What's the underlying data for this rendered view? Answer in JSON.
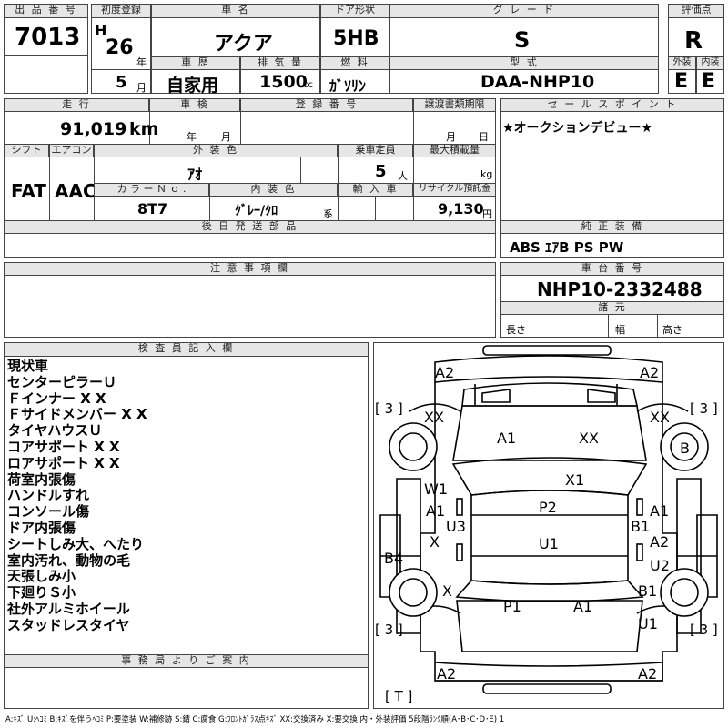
{
  "header": {
    "lot_no_label": "出 品 番 号",
    "lot_no": "7013",
    "first_reg_label": "初度登録",
    "era": "H",
    "year": "26",
    "year_unit": "年",
    "month": "5",
    "month_unit": "月",
    "car_name_label": "車 名",
    "car_name": "アクア",
    "door_label": "ドア形状",
    "door": "5HB",
    "grade_label": "グ レ ー ド",
    "grade": "S",
    "score_label": "評価点",
    "score": "R",
    "history_label": "車 歴",
    "history": "自家用",
    "displacement_label": "排 気 量",
    "displacement": "1500",
    "displacement_unit": "cc",
    "fuel_label": "燃 料",
    "fuel": "ｶﾞｿﾘﾝ",
    "model_label": "型 式",
    "model": "DAA-NHP10",
    "exterior_label": "外装",
    "exterior": "E",
    "interior_label": "内装",
    "interior": "E"
  },
  "details": {
    "mileage_label": "走 行",
    "mileage": "91,019",
    "mileage_unit": "km",
    "inspection_label": "車 検",
    "inspection_year_unit": "年",
    "inspection_month_unit": "月",
    "reg_no_label": "登 録 番 号",
    "transfer_label": "譲渡書類期限",
    "transfer_month_unit": "月",
    "transfer_day_unit": "日",
    "shift_label": "シフト",
    "shift": "FAT",
    "ac_label": "エアコン",
    "ac": "AAC",
    "ext_color_label": "外 装 色",
    "ext_color": "ｱｵ",
    "capacity_label": "乗車定員",
    "capacity": "5",
    "capacity_unit": "人",
    "max_load_label": "最大積載量",
    "max_load_unit": "kg",
    "color_no_label": "カ ラ ー Ｎ ｏ .",
    "color_no": "8T7",
    "int_color_label": "内 装 色",
    "int_color": "ｸﾞﾚｰ/ｸﾛ",
    "int_color_unit": "系",
    "import_label": "輸 入 車",
    "recycle_label": "リサイクル預託金",
    "recycle": "9,130",
    "recycle_unit": "円",
    "later_parts_label": "後 日 発 送 部 品",
    "notes_label": "注 意 事 項 欄",
    "sales_point_label": "セ ー ル ス ポ イ ン ト",
    "sales_point": "★オークションデビュー★",
    "equipment_label": "純 正 装 備",
    "equipment": "ABS ｴｱB PS PW",
    "chassis_label": "車 台 番 号",
    "chassis_no": "NHP10-2332488",
    "specs_label": "諸 元",
    "length_label": "長さ",
    "width_label": "幅",
    "height_label": "高さ"
  },
  "inspector": {
    "label": "検 査 員 記 入 欄",
    "lines": [
      "現状車",
      "センターピラーＵ",
      "Ｆインナー X X",
      "Ｆサイドメンバー X X",
      "タイヤハウスＵ",
      "コアサポート X X",
      "ロアサポート X X",
      "荷室内張傷",
      "ハンドルすれ",
      "コンソール傷",
      "ドア内張傷",
      "シートしみ大、へたり",
      "室内汚れ、動物の毛",
      "天張しみ小",
      "下廻りＳ小",
      "社外アルミホイール",
      "スタッドレスタイヤ"
    ],
    "office_label": "事 務 局 よ り ご 案 内"
  },
  "diagram": {
    "marks": {
      "a2_tl": "A2",
      "a2_tr": "A2",
      "xx_wheel_fl": "XX",
      "xx_wheel_fr": "XX",
      "b_wheel": "B",
      "a1_hood": "A1",
      "xx_hood": "XX",
      "x1_windshield": "X1",
      "w1": "W1",
      "a1_door_l": "A1",
      "u3": "U3",
      "x_door_l": "X",
      "p2": "P2",
      "u1_roof": "U1",
      "a1_door_r": "A1",
      "b1_door_r": "B1",
      "a2_door_r": "A2",
      "u2": "U2",
      "b4": "B4",
      "x_wheel_rl": "X",
      "b1_wheel_rr": "B1",
      "p1": "P1",
      "a1_trunk": "A1",
      "u1_rear": "U1",
      "a2_bl": "A2",
      "a2_br": "A2"
    },
    "tire_left_front": "[ 3 ]",
    "tire_right_front": "[ 3 ]",
    "tire_left_rear": "[ 3 ]",
    "tire_right_rear": "[ 3 ]",
    "tire_spare": "[ T ]"
  },
  "legend": "A:ｷｽﾞ U:ﾍｺﾐ B:ｷｽﾞを伴うﾍｺﾐ P:要塗装 W:補修跡 S:錆 C:腐食 G:ﾌﾛﾝﾄｶﾞﾗｽ点ｷｽﾞ XX:交換済み X:要交換 内・外装評価 5段階ﾗﾝｸ順(A･B･C･D･E) 1"
}
